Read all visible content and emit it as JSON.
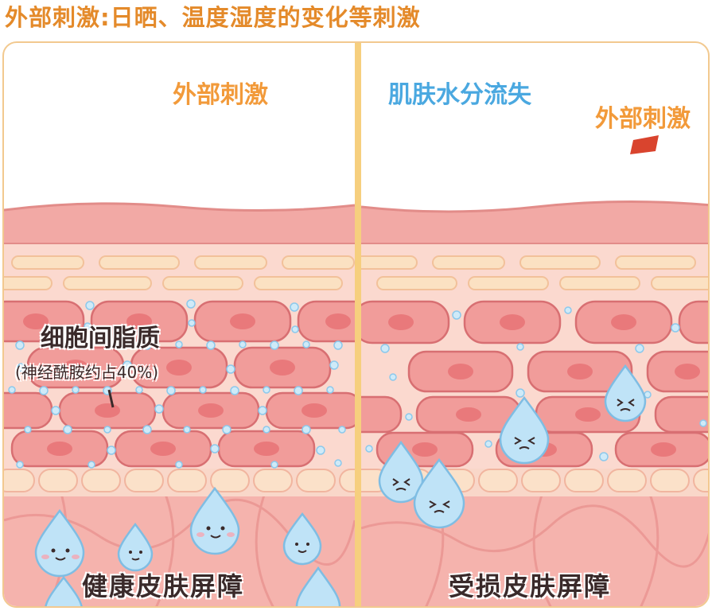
{
  "title": "外部刺激:日晒、温度湿度的变化等刺激",
  "left_panel": {
    "stimulus_label": "外部刺激",
    "lipid_label": "细胞间脂质",
    "lipid_note": "(神经酰胺约占40%)",
    "caption": "健康皮肤屏障"
  },
  "right_panel": {
    "water_loss_label": "肌肤水分流失",
    "stimulus_label": "外部刺激",
    "caption": "受损皮肤屏障"
  },
  "colors": {
    "title": "#e48a2a",
    "orange_label": "#f29a3a",
    "blue_label": "#4aa8e0",
    "skin_top": "#f2a9a5",
    "cell": "#f19c9a",
    "nucleus": "#e9797b",
    "deep_tissue": "#f5b3ad",
    "water_drop": "#bfe3f7",
    "divider": "#f6cf7e"
  }
}
